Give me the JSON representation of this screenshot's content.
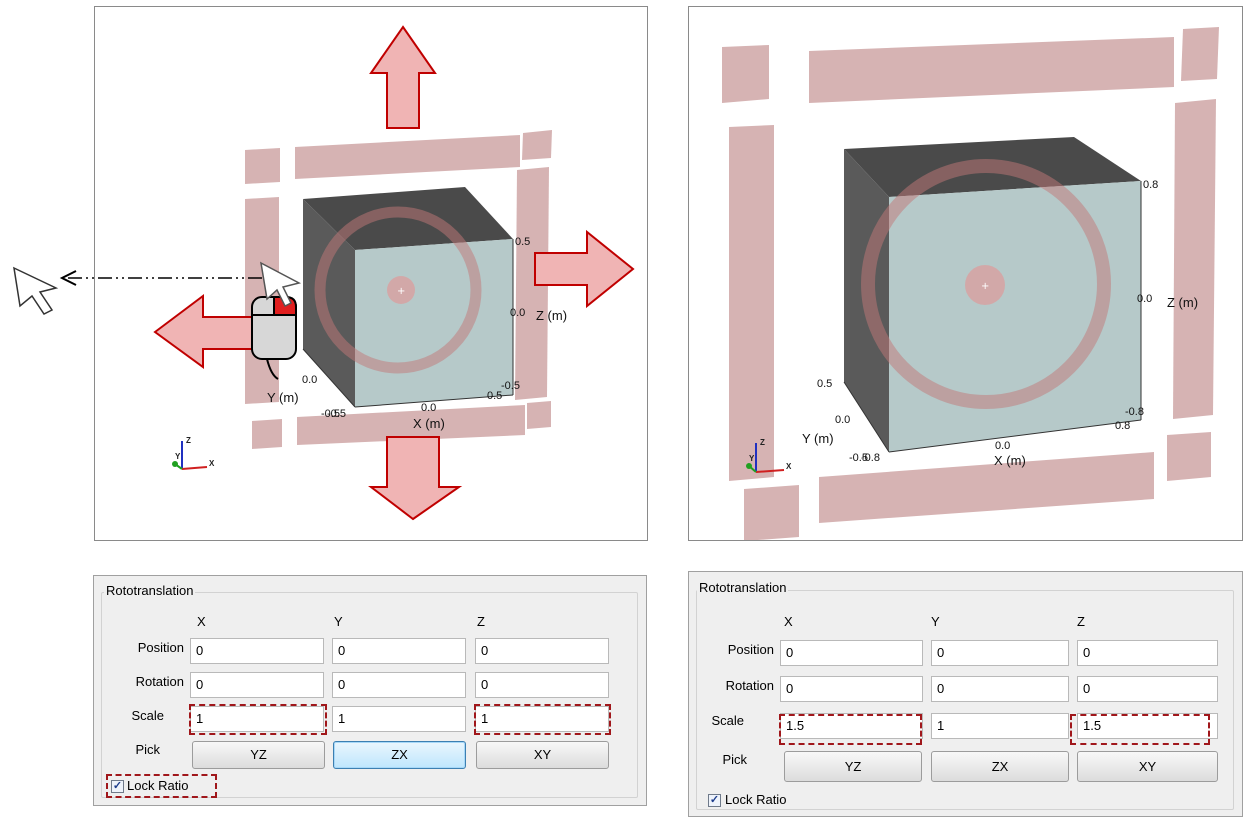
{
  "left_view": {
    "axes": {
      "x_label": "X (m)",
      "y_label": "Y (m)",
      "z_label": "Z (m)",
      "x_ticks": [
        "-0.5",
        "0.0",
        "0.5"
      ],
      "y_ticks": [
        "-0.5",
        "0.0"
      ],
      "z_ticks": [
        "0.5",
        "0.0",
        "-0.5"
      ]
    },
    "triad": {
      "x": "X",
      "y": "Y",
      "z": "Z"
    }
  },
  "right_view": {
    "axes": {
      "x_label": "X (m)",
      "y_label": "Y (m)",
      "z_label": "Z (m)",
      "x_ticks": [
        "-0.8",
        "0.0",
        "0.8"
      ],
      "y_ticks": [
        "-0.5",
        "0.0",
        "0.5"
      ],
      "z_ticks": [
        "0.8",
        "0.0",
        "-0.8"
      ]
    },
    "triad": {
      "x": "X",
      "y": "Y",
      "z": "Z"
    }
  },
  "left_panel": {
    "title": "Rototranslation",
    "columns": [
      "X",
      "Y",
      "Z"
    ],
    "rows": {
      "position": "Position",
      "rotation": "Rotation",
      "scale": "Scale",
      "pick": "Pick"
    },
    "position": [
      "0",
      "0",
      "0"
    ],
    "rotation": [
      "0",
      "0",
      "0"
    ],
    "scale": [
      "1",
      "1",
      "1"
    ],
    "pick_buttons": [
      "YZ",
      "ZX",
      "XY"
    ],
    "focused_button": "ZX",
    "lock_ratio": {
      "label": "Lock Ratio",
      "checked": true
    }
  },
  "right_panel": {
    "title": "Rototranslation",
    "columns": [
      "X",
      "Y",
      "Z"
    ],
    "rows": {
      "position": "Position",
      "rotation": "Rotation",
      "scale": "Scale",
      "pick": "Pick"
    },
    "position": [
      "0",
      "0",
      "0"
    ],
    "rotation": [
      "0",
      "0",
      "0"
    ],
    "scale": [
      "1.5",
      "1",
      "1.5"
    ],
    "pick_buttons": [
      "YZ",
      "ZX",
      "XY"
    ],
    "lock_ratio": {
      "label": "Lock Ratio",
      "checked": true
    }
  },
  "colors": {
    "handle_bar": "#cfa6a6",
    "arrow_fill": "#f0b4b4",
    "arrow_stroke": "#c00000",
    "cube_face": "#b6c9c9",
    "cube_side": "#555555",
    "highlight": "#a0171b"
  }
}
